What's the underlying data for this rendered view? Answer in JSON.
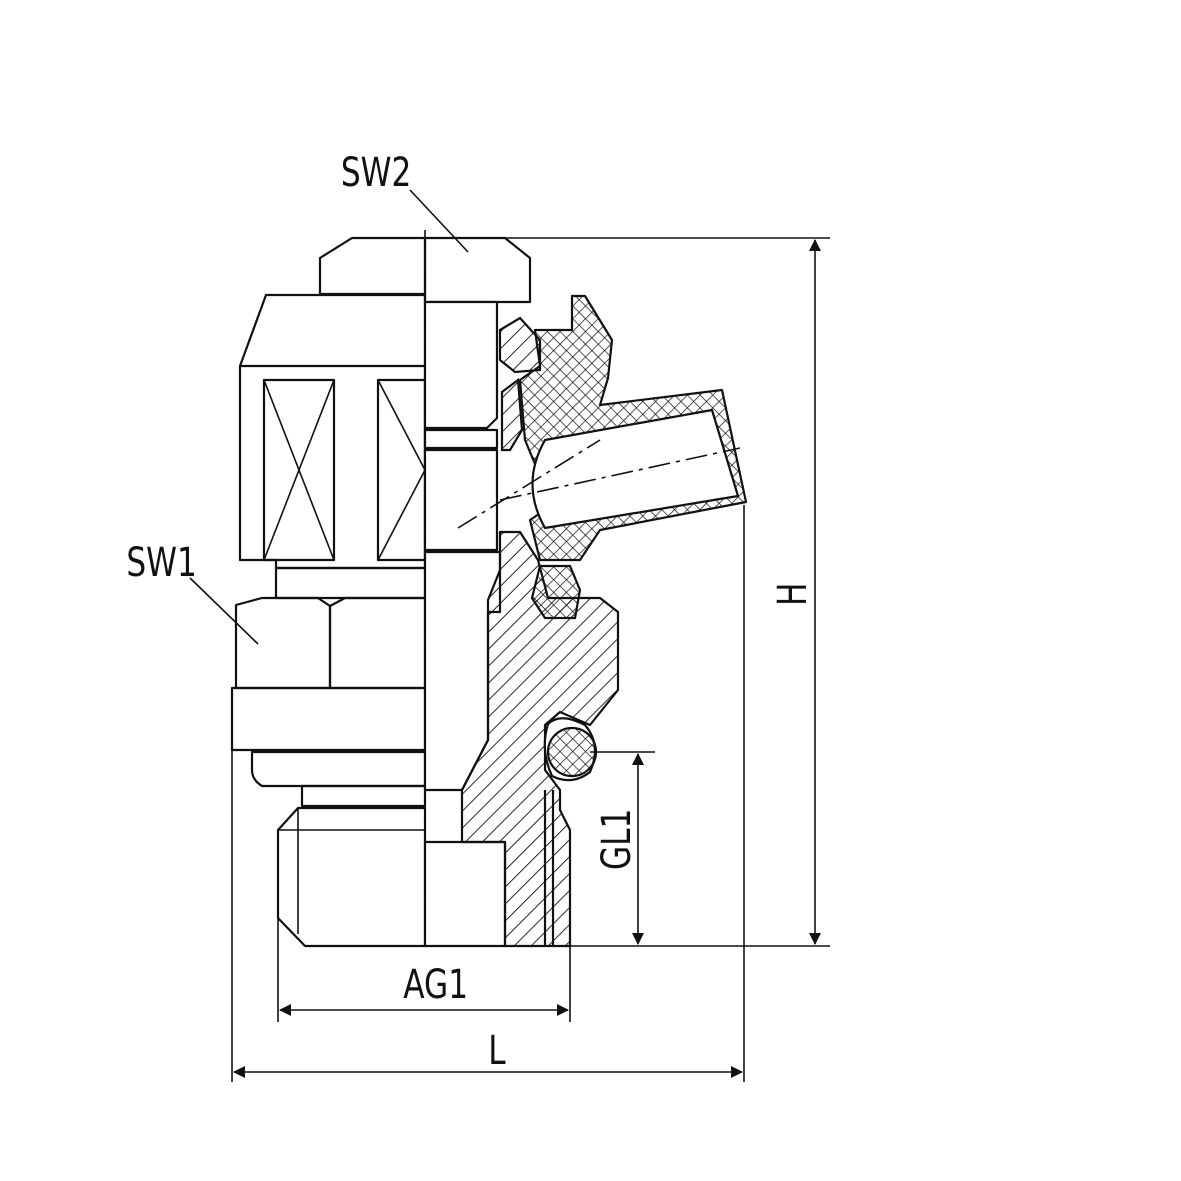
{
  "labels": {
    "sw2": "SW2",
    "sw1": "SW1",
    "h": "H",
    "gl1": "GL1",
    "ag1": "AG1",
    "l": "L"
  },
  "colors": {
    "line": "#111111",
    "background": "#ffffff"
  }
}
